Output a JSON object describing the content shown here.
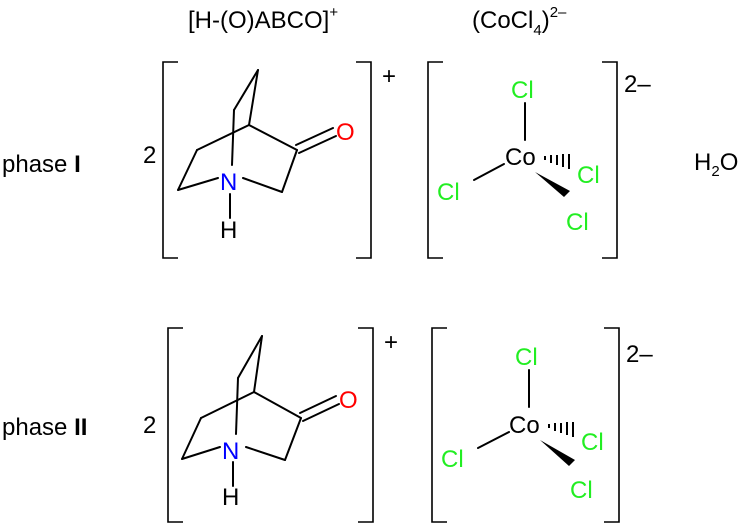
{
  "header": {
    "cation_prefix": "[H-(O)ABCO]",
    "cation_charge": "+",
    "anion_prefix": "(CoCl",
    "anion_sub": "4",
    "anion_close": ")",
    "anion_charge": "2–"
  },
  "phases": [
    {
      "label_prefix": "phase ",
      "label_roman": "I",
      "coefficient": "2",
      "cation_charge": "+",
      "anion_charge": "2–",
      "water_h": "H",
      "water_sub": "2",
      "water_o": "O"
    },
    {
      "label_prefix": "phase ",
      "label_roman": "II",
      "coefficient": "2",
      "cation_charge": "+",
      "anion_charge": "2–"
    }
  ],
  "atoms": {
    "oxygen": "O",
    "nitrogen": "N",
    "hydrogen": "H",
    "cobalt": "Co",
    "chlorine": "Cl"
  },
  "colors": {
    "oxygen": "#ff0000",
    "nitrogen": "#0000ff",
    "chlorine": "#22ee22",
    "bonds": "#000000"
  }
}
